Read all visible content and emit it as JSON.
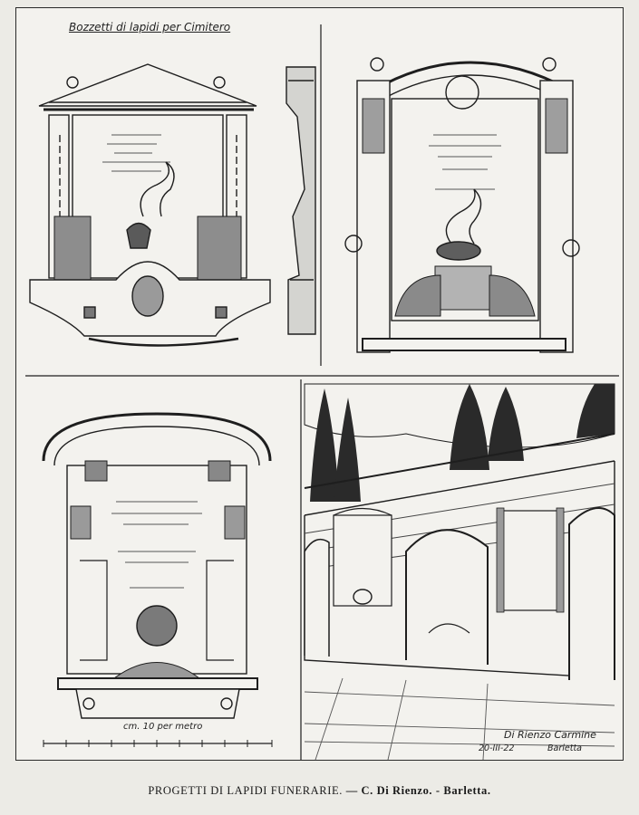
{
  "sheet": {
    "sketch_title": "Bozzetti di lapidi per Cimitero",
    "scale_label": "cm. 10 per metro",
    "signature": "Di Rienzo Carmine",
    "date": "20-III-22",
    "place": "Barletta"
  },
  "caption": {
    "part1": "PROGETTI DI LAPIDI FUNERARIE.",
    "part2": "— C. Di Rienzo.",
    "part3": "- Barletta."
  },
  "colors": {
    "ink": "#1e1e1e",
    "paper": "#f3f2ee",
    "page": "#ecebe6"
  }
}
